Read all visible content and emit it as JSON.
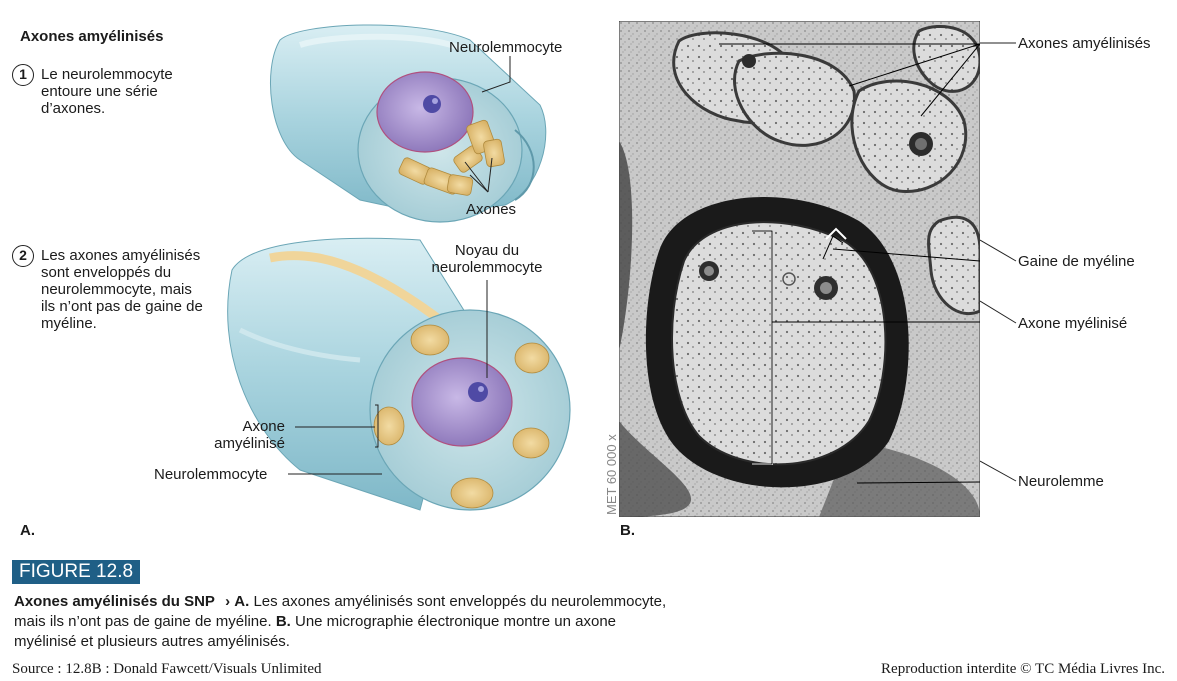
{
  "section_title": "Axones amyélinisés",
  "steps": [
    {
      "number": "1",
      "text": "Le neurolemmocyte entoure une série d’axones."
    },
    {
      "number": "2",
      "text": "Les axones amyélinisés sont enveloppés du neurolemmocyte, mais ils n’ont pas de gaine de myéline."
    }
  ],
  "panel_a": {
    "letter": "A.",
    "labels": {
      "top_neurolemmocyte": "Neurolemmocyte",
      "axones": "Axones",
      "noyau": "Noyau du neurolemmocyte",
      "axone_amyelinise": "Axone amyélinisé",
      "bottom_neurolemmocyte": "Neurolemmocyte"
    }
  },
  "panel_b": {
    "letter": "B.",
    "magnification": "MET 60 000 x",
    "labels": {
      "axones_amyelinises": "Axones amyélinisés",
      "gaine_myeline": "Gaine de myéline",
      "axone_myelinise": "Axone myélinisé",
      "neurolemme": "Neurolemme"
    }
  },
  "figure": {
    "badge": "FIGURE 12.8",
    "caption_title": "Axones amyélinisés du SNP",
    "caption_arrow": "›",
    "caption_a_label": "A.",
    "caption_a_text": "Les axones amyélinisés sont enveloppés du neurolemmocyte, mais ils n’ont pas de gaine de myéline.",
    "caption_b_label": "B.",
    "caption_b_text": "Une micrographie électronique montre un axone myélinisé et plusieurs autres amyélinisés."
  },
  "footer": {
    "source": "Source : 12.8B : Donald Fawcett/Visuals Unlimited",
    "copyright": "Reproduction interdite © TC Média Livres Inc."
  },
  "colors": {
    "figure_badge": "#1f5f86",
    "sheath": "#bfe0e8",
    "nucleus": "#9b8ac4",
    "axon": "#e4c27a"
  }
}
